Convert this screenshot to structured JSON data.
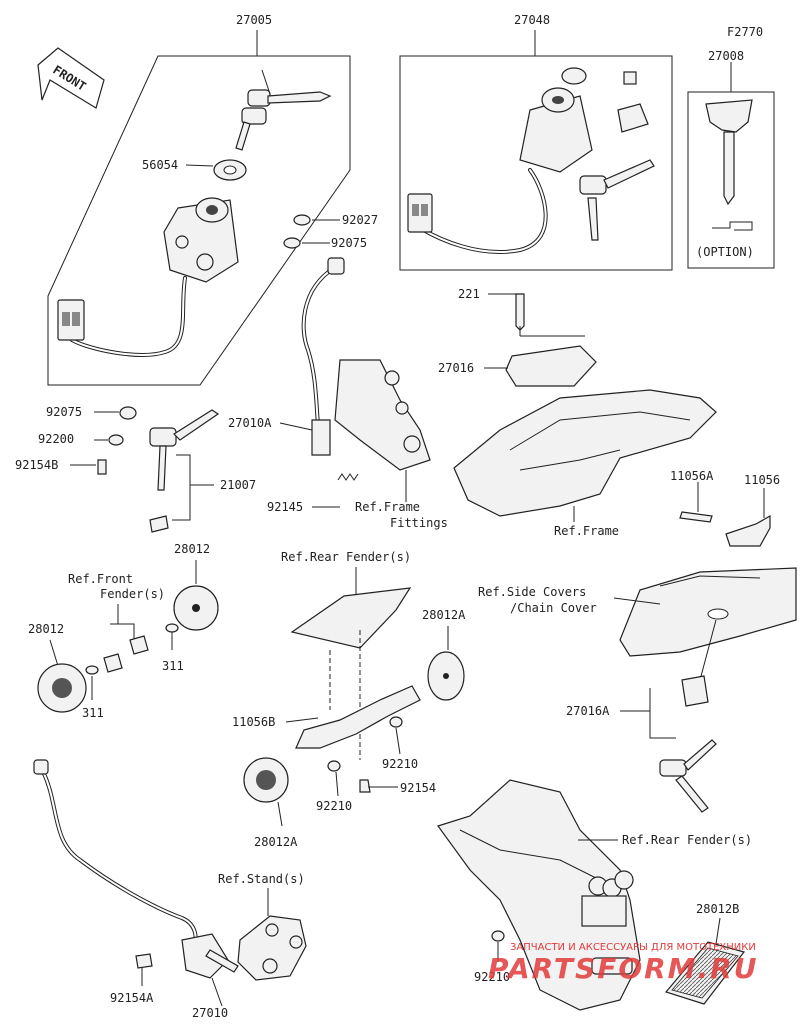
{
  "header": {
    "figure_code": "F2770",
    "front_label": "FRONT"
  },
  "parts": {
    "p27005": "27005",
    "p27048": "27048",
    "p27008": "27008",
    "option": "(OPTION)",
    "p56054": "56054",
    "p92027": "92027",
    "p92075_a": "92075",
    "p92075_b": "92075",
    "p92200": "92200",
    "p92154b": "92154B",
    "p21007": "21007",
    "p221": "221",
    "p27016": "27016",
    "p27010a": "27010A",
    "p92145": "92145",
    "p11056a": "11056A",
    "p11056": "11056",
    "p28012_top": "28012",
    "p28012_left": "28012",
    "p311_a": "311",
    "p311_b": "311",
    "p28012a_top": "28012A",
    "p28012a_bot": "28012A",
    "p11056b": "11056B",
    "p92210_a": "92210",
    "p92210_b": "92210",
    "p92154": "92154",
    "p27016a": "27016A",
    "p92210_c": "92210",
    "p28012b": "28012B",
    "p92154a": "92154A",
    "p27010": "27010"
  },
  "refs": {
    "frame_fittings_1": "Ref.Frame",
    "frame_fittings_2": "Fittings",
    "frame": "Ref.Frame",
    "rear_fender_top": "Ref.Rear Fender(s)",
    "front_fender_1": "Ref.Front",
    "front_fender_2": "Fender(s)",
    "side_covers_1": "Ref.Side Covers",
    "side_covers_2": "/Chain Cover",
    "rear_fender_bottom": "Ref.Rear Fender(s)",
    "stand": "Ref.Stand(s)"
  },
  "watermark": {
    "line1": "ЗАПЧАСТИ И АКСЕССУАРЫ ДЛЯ МОТОТЕХНИКИ",
    "brand": "PARTSFORM.RU"
  },
  "colors": {
    "watermark_red": "#e23a3a",
    "line": "#222222"
  }
}
